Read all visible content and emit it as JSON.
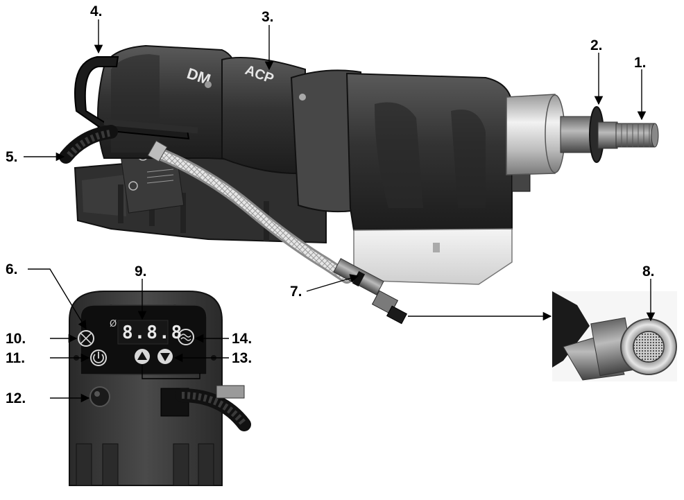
{
  "callouts": {
    "c1": "1.",
    "c2": "2.",
    "c3": "3.",
    "c4": "4.",
    "c5": "5.",
    "c6": "6.",
    "c7": "7.",
    "c8": "8.",
    "c9": "9.",
    "c10": "10.",
    "c11": "11.",
    "c12": "12.",
    "c13": "13.",
    "c14": "14."
  },
  "display": {
    "readout": "8.8.8",
    "diameter_symbol": "Ø"
  },
  "motor_brand": "DM",
  "colors": {
    "body": "#3a3a3a",
    "body_dark": "#1f1f1f",
    "aluminium": "#c8c8c8",
    "panel": "#0e0e0e",
    "hose": "#d9d9d9"
  },
  "icons": {
    "c10": "mode-icon",
    "c11": "power-icon",
    "c12": "indicator-lamp",
    "c13": "down-arrow-icon",
    "c14": "water-icon",
    "center": "up-arrow-icon"
  }
}
